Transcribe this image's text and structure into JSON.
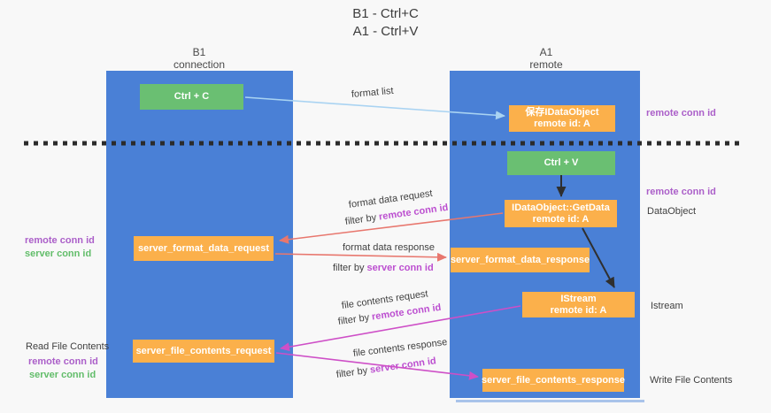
{
  "title": {
    "line1": "B1 - Ctrl+C",
    "line2": "A1 - Ctrl+V"
  },
  "columns": {
    "left": {
      "header_line1": "B1",
      "header_line2": "connection"
    },
    "right": {
      "header_line1": "A1",
      "header_line2": "remote"
    }
  },
  "boxes": {
    "ctrl_c": {
      "label": "Ctrl + C"
    },
    "ctrl_v": {
      "label": "Ctrl + V"
    },
    "save_dataobject": {
      "line1": "保存IDataObject",
      "line2": "remote id: A"
    },
    "getdata": {
      "line1": "IDataObject::GetData",
      "line2": "remote id: A"
    },
    "format_request": {
      "label": "server_format_data_request"
    },
    "format_response": {
      "label": "server_format_data_response"
    },
    "istream": {
      "line1": "IStream",
      "line2": "remote id: A"
    },
    "file_request": {
      "label": "server_file_contents_request"
    },
    "file_response": {
      "label": "server_file_contents_response"
    }
  },
  "side_labels": {
    "right_remote_conn_top": "remote conn id",
    "right_remote_conn_mid": "remote conn id",
    "right_dataobject": "DataObject",
    "right_istream": "Istream",
    "right_write_file": "Write File Contents",
    "left_remote_conn_mid": "remote conn id",
    "left_server_conn_mid": "server conn id",
    "left_read_file": "Read File Contents",
    "left_remote_conn_bottom": "remote conn id",
    "left_server_conn_bottom": "server conn id"
  },
  "flows": {
    "format_list": {
      "label": "format list"
    },
    "format_request": {
      "label": "format data request",
      "filter_prefix": "filter by ",
      "filter_highlight": "remote conn id"
    },
    "format_response": {
      "label": "format data response",
      "filter_prefix": "filter by ",
      "filter_highlight": "server conn id"
    },
    "file_request": {
      "label": "file contents request",
      "filter_prefix": "filter by ",
      "filter_highlight": "remote conn id"
    },
    "file_response": {
      "label": "file contents response",
      "filter_prefix": "filter by ",
      "filter_highlight": "server conn id"
    }
  },
  "colors": {
    "background": "#f8f8f8",
    "column_blue": "#4a80d6",
    "box_orange": "#fbb04b",
    "box_green": "#6abf72",
    "remote_conn_purple": "#ab5fc9",
    "server_conn_green": "#62bd6a",
    "filter_highlight_magenta": "#bc4fd0",
    "arrow_salmon": "#e8776e",
    "arrow_magenta": "#ce4fc7",
    "arrow_lightblue": "#a9d3f2",
    "arrow_black": "#2f2f2f",
    "dashed_line_black": "#2b2b2b",
    "text_dark": "#3f3f3f"
  }
}
